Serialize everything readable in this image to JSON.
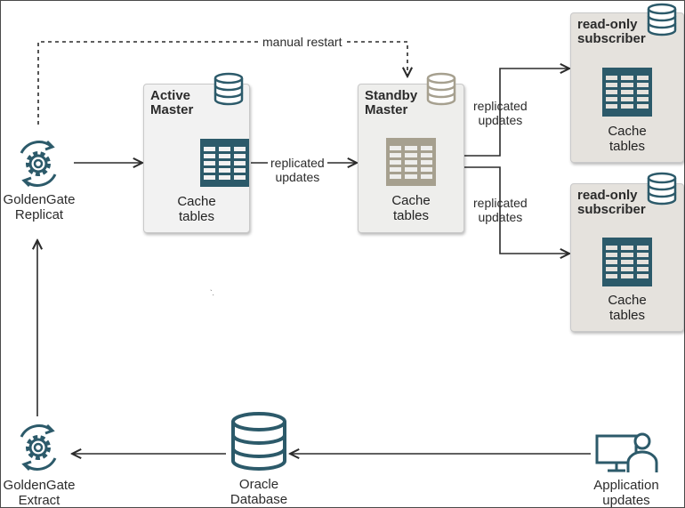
{
  "colors": {
    "teal": "#2c5a6a",
    "taupe": "#a6a08f",
    "box_active": "#f2f2f2",
    "box_standby": "#eeeeec",
    "box_subscriber": "#e5e2dd",
    "line": "#2b2b2b"
  },
  "icons": {
    "replicat": "gear-cycle-icon",
    "extract": "gear-cycle-icon",
    "database": "database-icon",
    "table": "table-icon",
    "user": "user-at-monitor-icon"
  },
  "labels": {
    "manual_restart": "manual restart",
    "replicated_updates_1": [
      "replicated",
      "updates"
    ],
    "replicated_updates_2": [
      "replicated",
      "updates"
    ],
    "replicated_updates_3": [
      "replicated",
      "updates"
    ]
  },
  "nodes": {
    "replicat": {
      "line1": "GoldenGate",
      "line2": "Replicat"
    },
    "extract": {
      "line1": "GoldenGate",
      "line2": "Extract"
    },
    "active_master": {
      "title1": "Active",
      "title2": "Master",
      "cache1": "Cache",
      "cache2": "tables"
    },
    "standby_master": {
      "title1": "Standby",
      "title2": "Master",
      "cache1": "Cache",
      "cache2": "tables"
    },
    "subscriber_1": {
      "title1": "read-only",
      "title2": "subscriber",
      "cache1": "Cache",
      "cache2": "tables"
    },
    "subscriber_2": {
      "title1": "read-only",
      "title2": "subscriber",
      "cache1": "Cache",
      "cache2": "tables"
    },
    "oracle_db": {
      "line1": "Oracle",
      "line2": "Database"
    },
    "application": {
      "line1": "Application",
      "line2": "updates"
    }
  }
}
